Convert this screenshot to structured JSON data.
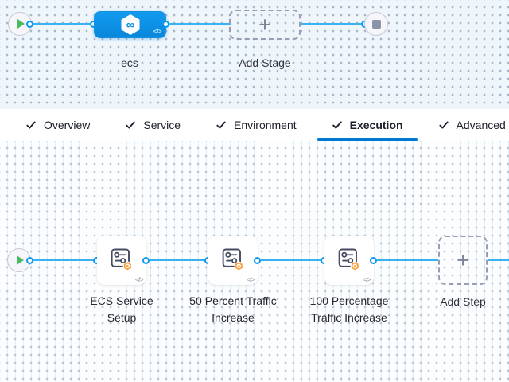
{
  "colors": {
    "primary_blue": "#0278d5",
    "stage_node_blue": "#0b8de2",
    "connector_blue": "#3ab1f0",
    "play_green": "#49b963",
    "badge_orange": "#fba03c",
    "stop_gray": "#8b93a9"
  },
  "stage_section": {
    "stage": {
      "name": "ecs"
    },
    "add_stage_label": "Add Stage",
    "plus": "+",
    "code_glyph": "</>"
  },
  "tab_bar": {
    "tabs": [
      {
        "label": "Overview"
      },
      {
        "label": "Service"
      },
      {
        "label": "Environment"
      },
      {
        "label": "Execution"
      },
      {
        "label": "Advanced"
      }
    ]
  },
  "execution_section": {
    "steps": [
      {
        "name": "ECS Service Setup"
      },
      {
        "name": "50 Percent Traffic Increase"
      },
      {
        "name": "100 Percentage Traffic Increase"
      }
    ],
    "add_step_label": "Add Step",
    "plus": "+",
    "code_glyph": "</>"
  }
}
